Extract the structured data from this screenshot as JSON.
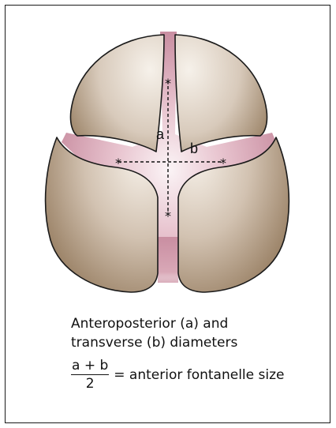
{
  "labels": {
    "ap_diameter": "a",
    "transverse_diameter": "b",
    "marker": "*"
  },
  "caption": {
    "line1": "Anteroposterior (a) and",
    "line2": "transverse (b) diameters"
  },
  "formula": {
    "numerator": "a + b",
    "denominator": "2",
    "text": "= anterior fontanelle size"
  },
  "colors": {
    "bone_light": "#f3ede4",
    "bone_dark": "#a38c73",
    "fontanelle": "#d7a6b5",
    "outline": "#1a1a1a"
  }
}
